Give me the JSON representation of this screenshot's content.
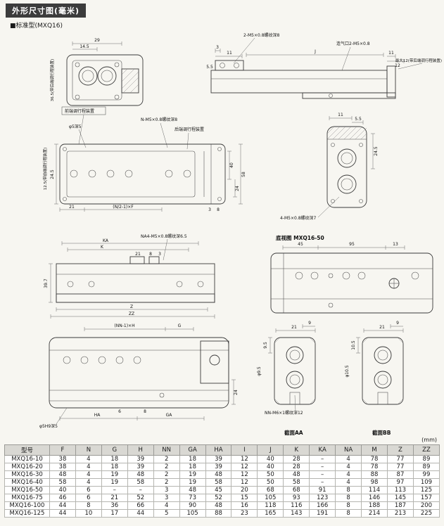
{
  "page": {
    "header": "外形尺寸图(毫米)",
    "subheader": "■标准型(MXQ16)",
    "unit_note": "(mm)"
  },
  "d1": {
    "dim_29": "29",
    "dim_14_5": "14.5",
    "side_note": "36.5(带后端调行程装置)"
  },
  "d2": {
    "thread_label": "2-M5×0.8螺纹深8",
    "port_label": "连气口2-M5×0.8",
    "max_note": "最大12(带后端调行程装置)",
    "dim_3": "3",
    "dim_11a": "11",
    "dim_55": "5.5",
    "dim_J": "J",
    "dim_11b": "11",
    "dim_12": "12"
  },
  "d3": {
    "front_adj": "前端调行程装置",
    "rear_adj": "后端调行程装置",
    "thread_label": "N-M5×0.8螺纹深8",
    "pin_label": "φ5深5",
    "side_note": "12.5(带前端调行程装置)",
    "dim_245": "24.5",
    "dim_21": "21",
    "dim_pitch": "(N/2-1)×F",
    "dim_40": "40",
    "dim_24": "24",
    "dim_58": "58",
    "dim_3": "3",
    "dim_8": "8"
  },
  "d4": {
    "dim_11": "11",
    "dim_55": "5.5",
    "dim_245": "24.5",
    "thread_label": "4-M5×0.8螺纹深7"
  },
  "d5": {
    "title": "底视图 MXQ16-50",
    "dim_45": "45",
    "dim_95": "95",
    "dim_13": "13"
  },
  "d6": {
    "thread_label": "NA4-M5×0.8螺纹深6.5",
    "dim_KA": "KA",
    "dim_K": "K",
    "dim_21": "21",
    "dim_8": "8",
    "dim_3": "3",
    "dim_397": "39.7",
    "dim_Z": "Z",
    "dim_ZZ": "ZZ"
  },
  "d7": {
    "dim_nnh": "(NN-1)×H",
    "dim_G": "G",
    "dim_HA": "HA",
    "dim_GA": "GA",
    "dim_6": "6",
    "dim_8": "8",
    "dim_24": "24",
    "pin_label": "φ5H9深5"
  },
  "d8": {
    "aa_title": "截面AA",
    "bb_title": "截面BB",
    "dim_21a": "21",
    "dim_9a": "9",
    "dim_21b": "21",
    "dim_9b": "9",
    "dia_95": "φ9.5",
    "dim_95": "9.5",
    "dia_105": "φ10.5",
    "dim_105": "10.5",
    "thread_label": "NN-M6×1螺纹深12"
  },
  "table": {
    "columns": [
      "型号",
      "F",
      "N",
      "G",
      "H",
      "NN",
      "GA",
      "HA",
      "I",
      "J",
      "K",
      "KA",
      "NA",
      "M",
      "Z",
      "ZZ"
    ],
    "rows": [
      [
        "MXQ16-10",
        "38",
        "4",
        "18",
        "39",
        "2",
        "18",
        "39",
        "12",
        "40",
        "28",
        "–",
        "4",
        "78",
        "77",
        "89"
      ],
      [
        "MXQ16-20",
        "38",
        "4",
        "18",
        "39",
        "2",
        "18",
        "39",
        "12",
        "40",
        "28",
        "–",
        "4",
        "78",
        "77",
        "89"
      ],
      [
        "MXQ16-30",
        "48",
        "4",
        "19",
        "48",
        "2",
        "19",
        "48",
        "12",
        "50",
        "48",
        "–",
        "4",
        "88",
        "87",
        "99"
      ],
      [
        "MXQ16-40",
        "58",
        "4",
        "19",
        "58",
        "2",
        "19",
        "58",
        "12",
        "50",
        "58",
        "–",
        "4",
        "98",
        "97",
        "109"
      ],
      [
        "MXQ16-50",
        "40",
        "6",
        "–",
        "–",
        "3",
        "48",
        "45",
        "20",
        "68",
        "68",
        "91",
        "8",
        "114",
        "113",
        "125"
      ],
      [
        "MXQ16-75",
        "46",
        "6",
        "21",
        "52",
        "3",
        "73",
        "52",
        "15",
        "105",
        "93",
        "123",
        "8",
        "146",
        "145",
        "157"
      ],
      [
        "MXQ16-100",
        "44",
        "8",
        "36",
        "66",
        "4",
        "90",
        "48",
        "16",
        "118",
        "116",
        "166",
        "8",
        "188",
        "187",
        "200"
      ],
      [
        "MXQ16-125",
        "44",
        "10",
        "17",
        "44",
        "5",
        "105",
        "88",
        "23",
        "165",
        "143",
        "191",
        "8",
        "214",
        "213",
        "225"
      ]
    ]
  }
}
